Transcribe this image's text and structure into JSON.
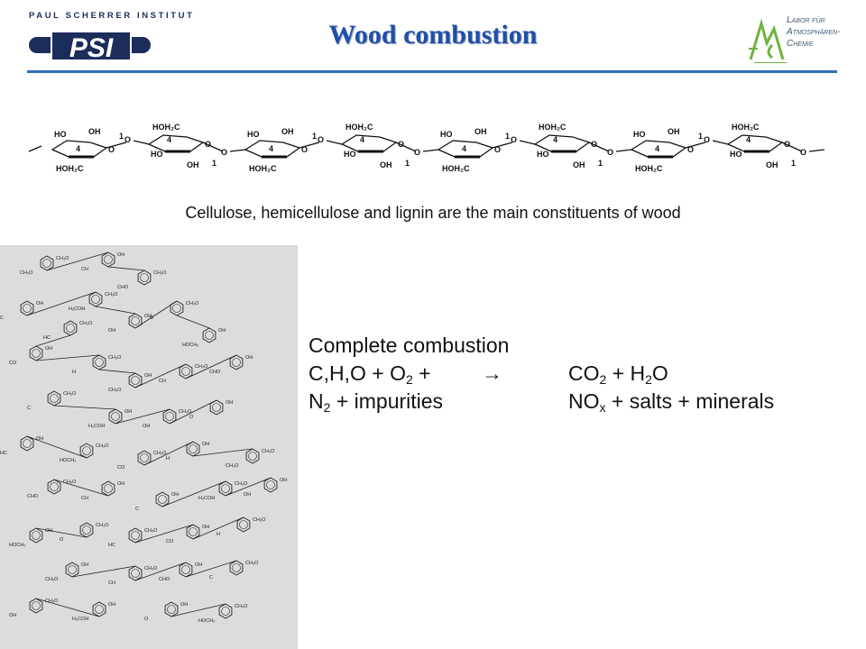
{
  "header": {
    "institute": "PAUL SCHERRER INSTITUT",
    "institute_logo_text": "PSI",
    "title": "Wood combustion",
    "lab_logo_mark": "LAC",
    "lab_lines": [
      "Labor für",
      "Atmosphären-",
      "Chemie"
    ]
  },
  "cellulose": {
    "labels": {
      "oh": "OH",
      "ho": "HO",
      "hoh2c": "HOH₂C",
      "o": "O",
      "one": "1",
      "four": "4"
    }
  },
  "caption": "Cellulose, hemicellulose and lignin are the main constituents of wood",
  "lignin": {
    "labels": {
      "ch3o": "CH₃O",
      "ch2oh": "H₂COH",
      "hc": "HC",
      "ch": "CH",
      "oh": "OH",
      "co": "CO",
      "cho": "CHO",
      "o": "O",
      "h": "H",
      "c": "C",
      "hoch2": "HOCH₂"
    }
  },
  "combustion": {
    "heading": "Complete combustion",
    "r1_a": "C,H,O + O",
    "r1_a_sub": "2",
    "r1_a_tail": " +",
    "arrow": "→",
    "r1_b": "CO",
    "r1_b_sub": "2",
    "r1_b_mid": " + H",
    "r1_b_sub2": "2",
    "r1_b_tail": "O",
    "r2_a": "N",
    "r2_a_sub": "2",
    "r2_a_tail": " + impurities",
    "r2_b": "NO",
    "r2_b_sub": "x",
    "r2_b_tail": " + salts + minerals"
  },
  "colors": {
    "title": "#1f4fa8",
    "rule": "#2f6fba",
    "psi_navy": "#1c2c5b",
    "lac_green": "#6fb23f",
    "panel": "#dcdcdc"
  }
}
